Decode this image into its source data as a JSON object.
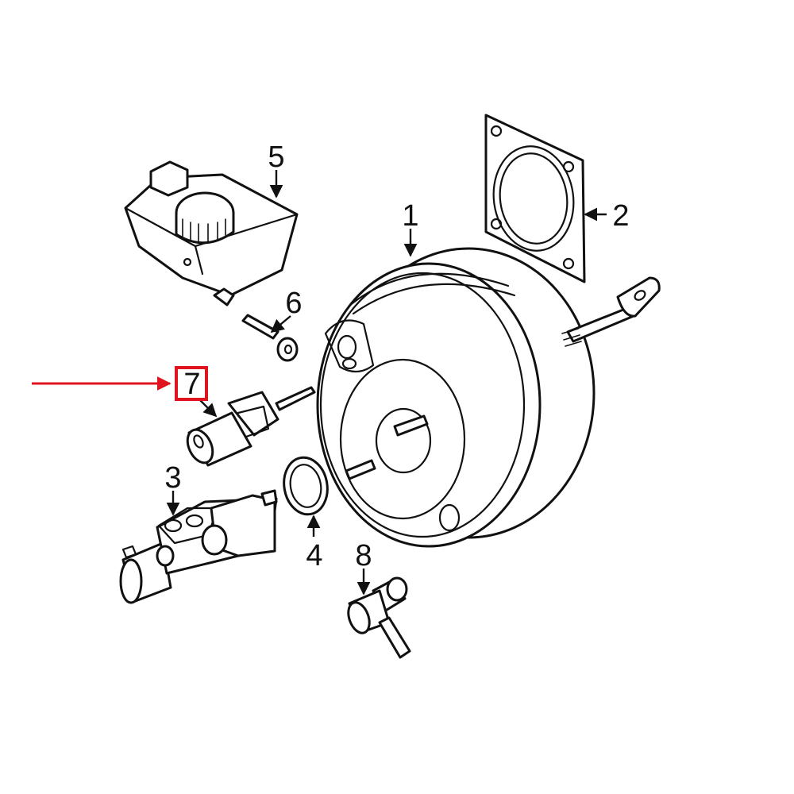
{
  "callouts": [
    {
      "id": "1",
      "label": "1"
    },
    {
      "id": "2",
      "label": "2"
    },
    {
      "id": "3",
      "label": "3"
    },
    {
      "id": "4",
      "label": "4"
    },
    {
      "id": "5",
      "label": "5"
    },
    {
      "id": "6",
      "label": "6"
    },
    {
      "id": "7",
      "label": "7"
    },
    {
      "id": "8",
      "label": "8"
    }
  ],
  "highlight": {
    "callout": "7",
    "color": "#e0141e"
  },
  "line_color": "#111111",
  "background": "#ffffff",
  "icons": [
    "brake-booster",
    "booster-gasket",
    "master-cylinder",
    "o-ring-seal",
    "fluid-reservoir",
    "reservoir-pin",
    "pressure-sensor",
    "vacuum-check-valve"
  ]
}
